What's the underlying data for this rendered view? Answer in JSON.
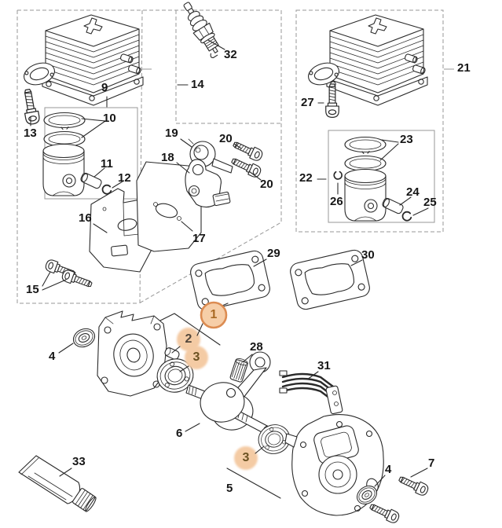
{
  "diagram": {
    "type": "exploded-parts-diagram",
    "description": "Engine crankcase, cylinder and piston exploded view with numbered callouts"
  },
  "colors": {
    "background": "#ffffff",
    "line": "#2a2a2a",
    "box_line": "#979797",
    "highlight_fill": "#F6CEA8",
    "highlight_soft_fill": "#F4CBA4",
    "highlight_ring": "#DC8C52",
    "highlight_text_primary": "#A96A24",
    "highlight_text_secondary": "#54483C",
    "highlight_text_tertiary": "#6B5222"
  },
  "callouts": {
    "highlight_1": "1",
    "highlight_2": "2",
    "highlight_3_upper": "3",
    "highlight_3_lower": "3",
    "oil_seal_left": "4",
    "oil_seal_right": "4",
    "crankcase_flywheel": "5",
    "crankshaft": "6",
    "screw_flywheel": "7",
    "cylinder_left": "9",
    "piston_rings_left": "10",
    "piston_left": "11",
    "circlip_left": "12",
    "screw_cylinder_left": "13",
    "cylinder_group_left": "14",
    "screws_shroud": "15",
    "shroud": "16",
    "gasket_carb": "17",
    "carb_bracket": "18",
    "carb_cap": "19",
    "bolt_carb_upper": "20",
    "bolt_carb_lower": "20",
    "cylinder_group_right": "21",
    "piston_assembly_right": "22",
    "piston_rings_right": "23",
    "wrist_pin_right": "24",
    "circlip_right_outer": "25",
    "circlip_right_inner": "26",
    "screw_cylinder_right": "27",
    "needle_bearing": "28",
    "gasket_cylinder_left": "29",
    "gasket_cylinder_right": "30",
    "baffle": "31",
    "spark_plug": "32",
    "sealant_tube": "33"
  }
}
